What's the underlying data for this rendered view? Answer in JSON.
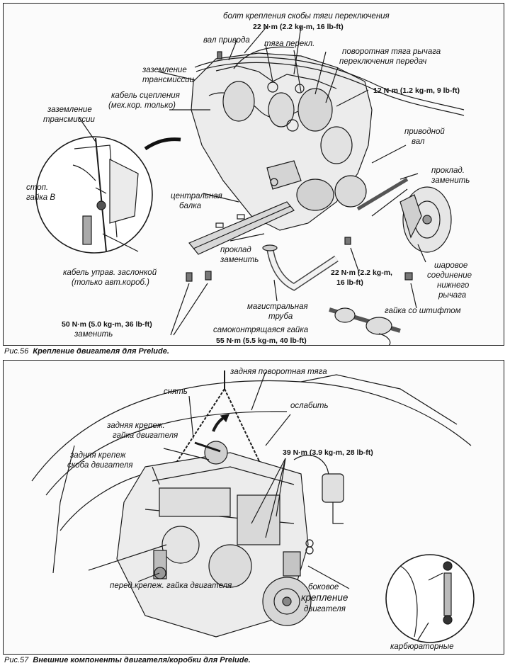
{
  "fig56": {
    "caption_num": "Рис.56",
    "caption_text": "Крепление двигателя для Prelude.",
    "labels": {
      "bracket_bolt": "болт крепления скобы тяги переключения",
      "torque_22_top": "22 N·m (2.2 kg-m, 16 lb-ft)",
      "drive_shaft_top": "вал привода",
      "shift_rod": "тяга перекл.",
      "rotary_rod_1": "поворотная тяга рычага",
      "rotary_rod_2": "переключения передач",
      "trans_ground_1": "заземление",
      "trans_ground_2": "трансмиссии",
      "clutch_cable_1": "кабель сцепления",
      "clutch_cable_2": "(мех.кор. только)",
      "torque_12": "12 N·m (1.2 kg-m, 9 lb-ft)",
      "inset_ground_1": "заземление",
      "inset_ground_2": "трансмиссии",
      "drive_shaft_right_1": "приводной",
      "drive_shaft_right_2": "вал",
      "gasket_right_1": "проклад.",
      "gasket_right_2": "заменить",
      "lock_nut_1": "стоп.",
      "lock_nut_2": "гайка В",
      "center_beam_1": "центральная",
      "center_beam_2": "балка",
      "gasket_mid_1": "проклад",
      "gasket_mid_2": "заменить",
      "throttle_cable_1": "кабель управ. заслонкой",
      "throttle_cable_2": "(только авт.короб.)",
      "ball_joint_1": "шаровое",
      "ball_joint_2": "соединение",
      "ball_joint_3": "нижнего",
      "ball_joint_4": "рычага",
      "torque_22_low_1": "22 N·m (2.2 kg-m,",
      "torque_22_low_2": "16 lb-ft)",
      "pin_nut": "гайка со штифтом",
      "main_pipe_1": "магистральная",
      "main_pipe_2": "труба",
      "torque_50_1": "50 N·m (5.0 kg-m, 36 lb-ft)",
      "torque_50_2": "заменить",
      "self_lock_nut": "самоконтрящаяся гайка",
      "torque_55": "55 N·m (5.5 kg-m, 40 lb-ft)"
    }
  },
  "fig57": {
    "caption_num": "Рис.57",
    "caption_text": "Внешние компоненты двигателя/коробки для Prelude.",
    "labels": {
      "rear_rod": "задняя поворотная тяга",
      "remove": "снять",
      "loosen": "ослабить",
      "rear_nut_1": "задняя крепеж.",
      "rear_nut_2": "гайка двигателя",
      "rear_bracket_1": "задняя крепеж",
      "rear_bracket_2": "скоба двигателя",
      "torque_39": "39 N·m (3.9 kg-m, 28 lb-ft)",
      "front_nut": "перед.крепеж. гайка двигателя",
      "side_mount_1": "боковое",
      "side_mount_2": "крепление",
      "side_mount_3": "двигателя",
      "carb": "карбюраторные"
    }
  }
}
